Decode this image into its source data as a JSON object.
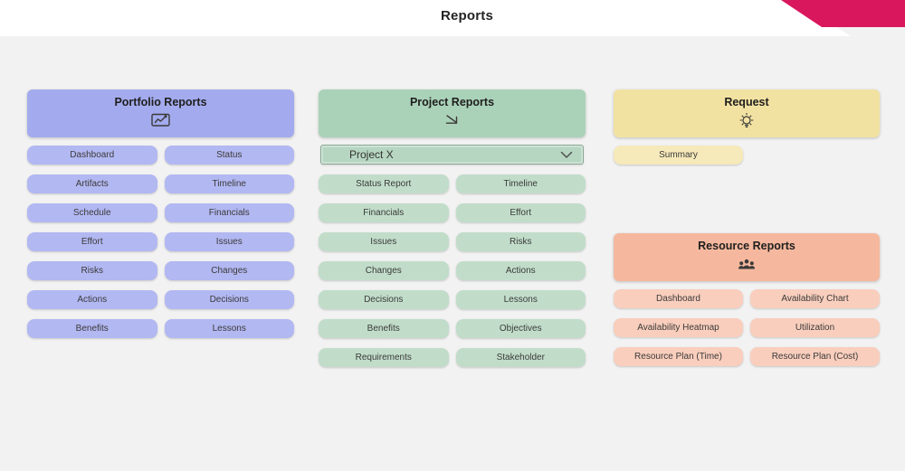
{
  "header": {
    "title": "Reports",
    "accent_color": "#d9175d",
    "bar_color": "#ffffff"
  },
  "page": {
    "background_color": "#f2f2f2"
  },
  "sections": {
    "portfolio": {
      "title": "Portfolio Reports",
      "icon": "line-chart-icon",
      "header_color": "#a3abee",
      "button_color": "#b2b8f2",
      "buttons": [
        "Dashboard",
        "Status",
        "Artifacts",
        "Timeline",
        "Schedule",
        "Financials",
        "Effort",
        "Issues",
        "Risks",
        "Changes",
        "Actions",
        "Decisions",
        "Benefits",
        "Lessons"
      ]
    },
    "project": {
      "title": "Project Reports",
      "icon": "trend-chart-icon",
      "header_color": "#aad2b9",
      "button_color": "#c1ddca",
      "dropdown": {
        "value": "Project X"
      },
      "buttons": [
        "Status Report",
        "Timeline",
        "Financials",
        "Effort",
        "Issues",
        "Risks",
        "Changes",
        "Actions",
        "Decisions",
        "Lessons",
        "Benefits",
        "Objectives",
        "Requirements",
        "Stakeholder"
      ]
    },
    "request": {
      "title": "Request",
      "icon": "lightbulb-icon",
      "header_color": "#f2e2a2",
      "button_color": "#f6e9ba",
      "buttons": [
        "Summary"
      ]
    },
    "resource": {
      "title": "Resource Reports",
      "icon": "people-icon",
      "header_color": "#f5b89e",
      "button_color": "#f9cebd",
      "buttons": [
        "Dashboard",
        "Availability Chart",
        "Availability Heatmap",
        "Utilization",
        "Resource Plan (Time)",
        "Resource Plan (Cost)"
      ]
    }
  }
}
